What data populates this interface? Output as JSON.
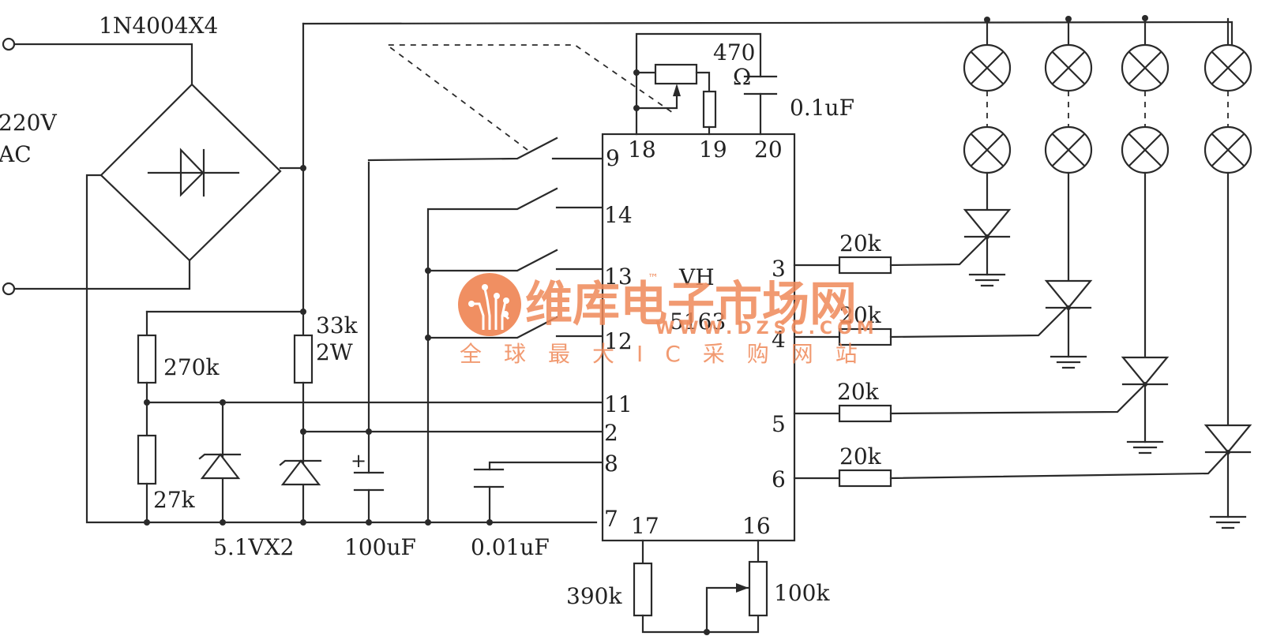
{
  "diagram": {
    "title": "VH5163 lamp chaser control circuit",
    "ic": {
      "name_line1": "VH",
      "name_line2": "5163"
    },
    "pins": {
      "p9": "9",
      "p14": "14",
      "p13": "13",
      "p12": "12",
      "p11": "11",
      "p2": "2",
      "p8": "8",
      "p7": "7",
      "p18": "18",
      "p19": "19",
      "p20": "20",
      "p17": "17",
      "p16": "16",
      "p3": "3",
      "p4": "4",
      "p5": "5",
      "p6": "6"
    },
    "labels": {
      "bridge": "1N4004X4",
      "supply_line1": "220V",
      "supply_line2": "AC",
      "r270k": "270k",
      "r27k": "27k",
      "r33k_line1": "33k",
      "r33k_line2": "2W",
      "zener": "5.1VX2",
      "c100u": "100uF",
      "c001u": "0.01uF",
      "pot470_line1": "470",
      "pot470_line2": "Ω",
      "c01u": "0.1uF",
      "r390k": "390k",
      "pot100k": "100k",
      "gate_r1": "20k",
      "gate_r2": "20k",
      "gate_r3": "20k",
      "gate_r4": "20k"
    },
    "watermark": {
      "brand": "维库电子市场网",
      "tm": "™",
      "url": "WWW.DZSC.COM",
      "slogan": "全球最大IC采购网站"
    }
  }
}
